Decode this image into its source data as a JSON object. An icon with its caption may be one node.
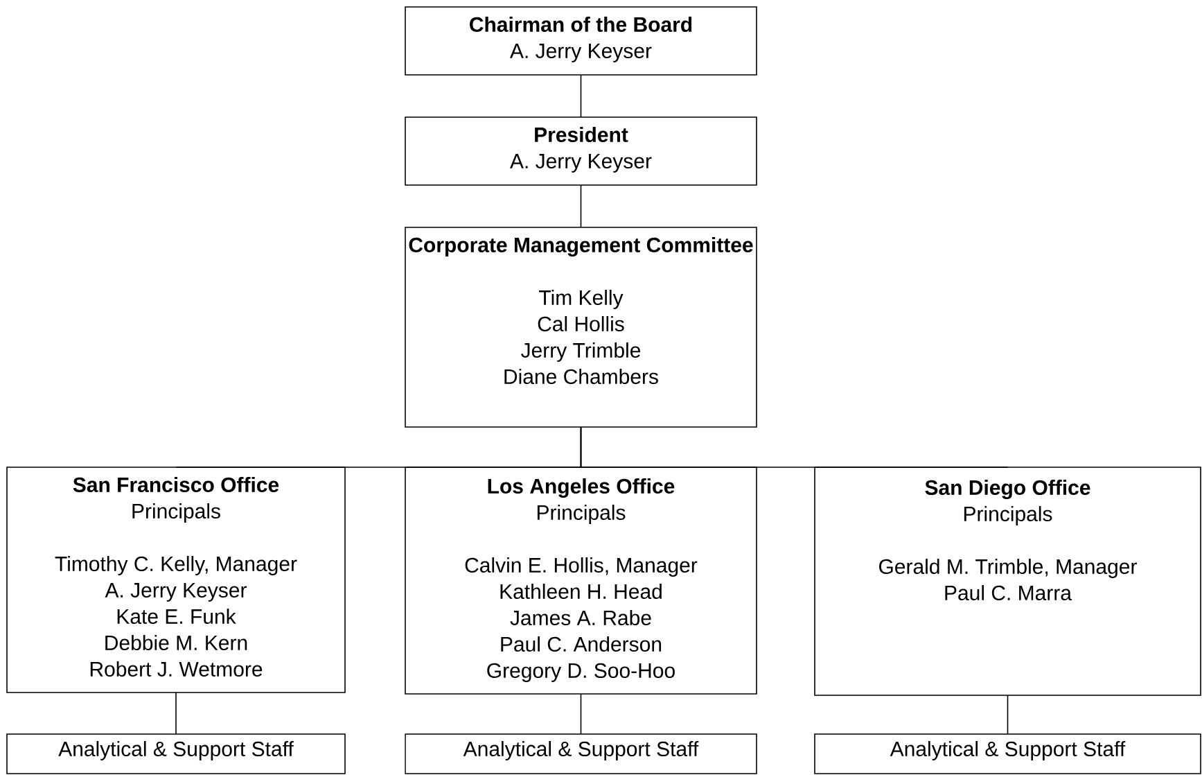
{
  "diagram": {
    "nodes": [
      {
        "text": [
          "Chairman of the Board",
          "A. Jerry Keyser"
        ]
      },
      {
        "text": [
          "President",
          "A. Jerry Keyser"
        ]
      },
      {
        "text": [
          "Corporate Management Committee",
          "Tim Kelly",
          "Cal Hollis",
          "Jerry Trimble",
          "Diane Chambers"
        ]
      },
      {
        "text": [
          "San Francisco Office",
          "Principals",
          "Timothy C. Kelly, Manager",
          "A. Jerry Keyser",
          "Kate E. Funk",
          "Debbie M. Kern",
          "Robert J. Wetmore"
        ]
      },
      {
        "text": [
          "Los Angeles Office",
          "Principals",
          "Calvin E. Hollis, Manager",
          "Kathleen H. Head",
          "James A. Rabe",
          "Paul C. Anderson",
          "Gregory D. Soo-Hoo"
        ]
      },
      {
        "text": [
          "San Diego Office",
          "Principals",
          "Gerald M. Trimble, Manager",
          "Paul C. Marra"
        ]
      },
      {
        "text": [
          "Analytical & Support Staff"
        ]
      },
      {
        "text": [
          "Analytical & Support Staff"
        ]
      },
      {
        "text": [
          "Analytical & Support Staff"
        ]
      }
    ],
    "edges": [
      {
        "from": 0,
        "to": 1,
        "arrow": "none"
      },
      {
        "from": 1,
        "to": 2,
        "arrow": "none"
      },
      {
        "from": 2,
        "to": 3,
        "arrow": "none"
      },
      {
        "from": 2,
        "to": 4,
        "arrow": "none"
      },
      {
        "from": 2,
        "to": 5,
        "arrow": "none"
      },
      {
        "from": 3,
        "to": 6,
        "arrow": "none"
      },
      {
        "from": 4,
        "to": 7,
        "arrow": "none"
      },
      {
        "from": 5,
        "to": 8,
        "arrow": "none"
      }
    ]
  }
}
